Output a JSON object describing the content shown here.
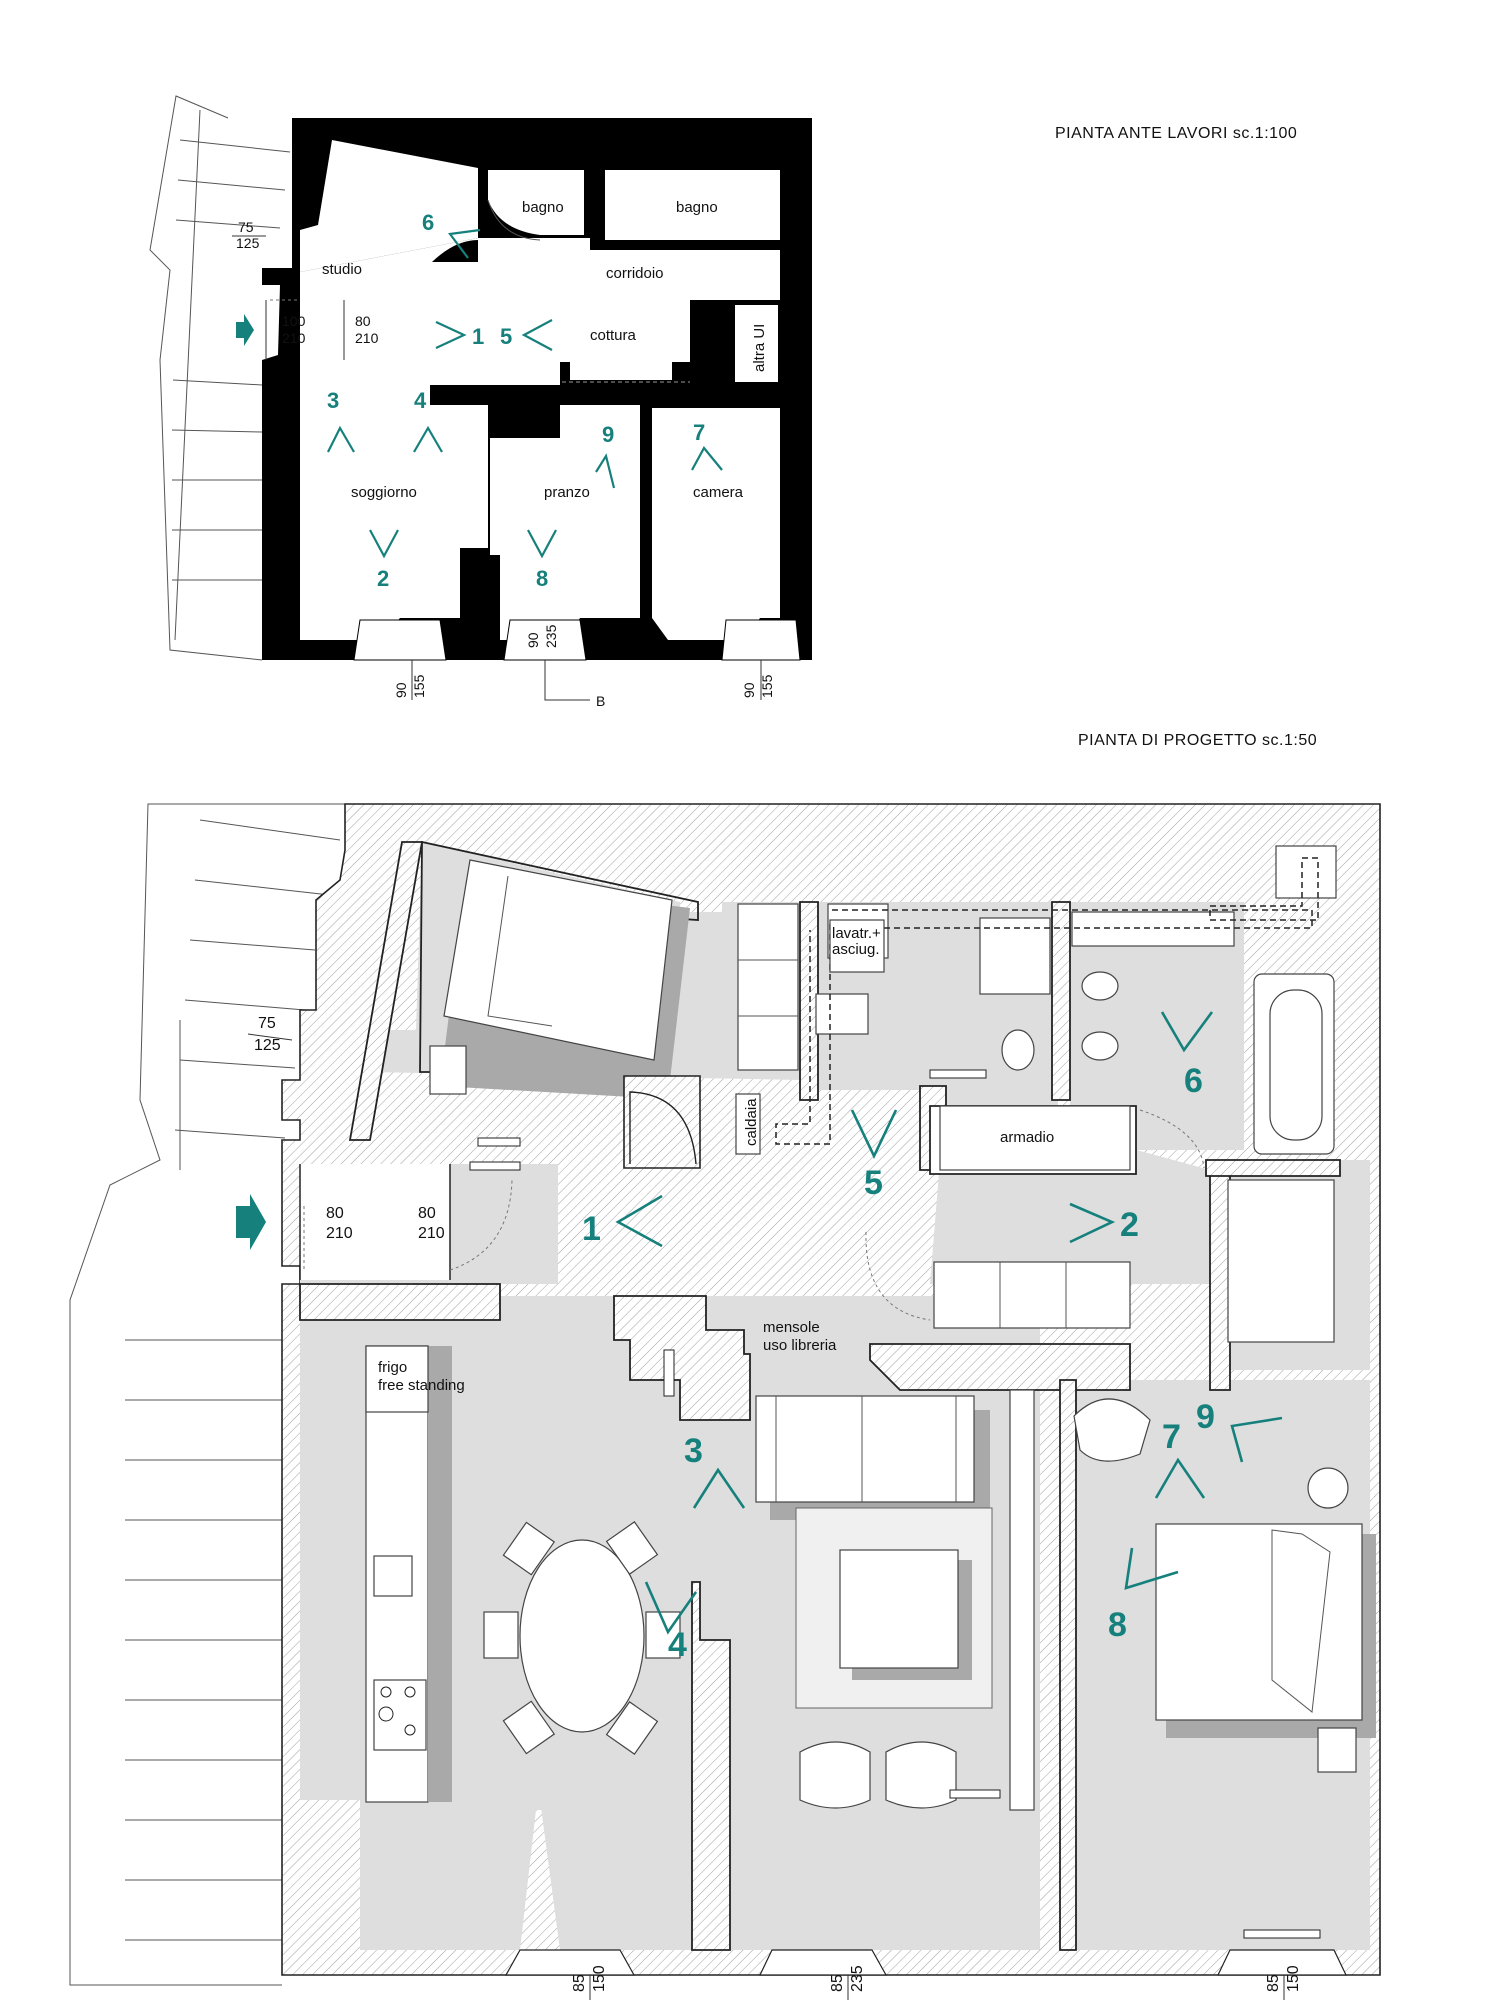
{
  "titles": {
    "existing": "PIANTA  ANTE LAVORI   sc.1:100",
    "project": "PIANTA DI PROGETTO    sc.1:50"
  },
  "existing_rooms": {
    "bagno1": "bagno",
    "bagno2": "bagno",
    "studio": "studio",
    "corridoio": "corridoio",
    "cottura": "cottura",
    "altra": "altra UI",
    "soggiorno": "soggiorno",
    "pranzo": "pranzo",
    "camera": "camera"
  },
  "existing_views": [
    "1",
    "2",
    "3",
    "4",
    "5",
    "6",
    "7",
    "8",
    "9"
  ],
  "existing_dims": {
    "win_top_a": "75",
    "win_top_b": "125",
    "door1_a": "100",
    "door1_b": "210",
    "door2_a": "80",
    "door2_b": "210",
    "w1_a": "90",
    "w1_b": "155",
    "w2_a": "90",
    "w2_b": "235",
    "w3_a": "90",
    "w3_b": "155",
    "section": "B"
  },
  "project_labels": {
    "lavatr": "lavatr.+",
    "asciug": "asciug.",
    "caldaia": "caldaia",
    "armadio": "armadio",
    "mensole1": "mensole",
    "mensole2": "uso libreria",
    "frigo1": "frigo",
    "frigo2": "free standing"
  },
  "project_views": [
    "1",
    "2",
    "3",
    "4",
    "5",
    "6",
    "7",
    "8",
    "9"
  ],
  "project_dims": {
    "win_a": "75",
    "win_b": "125",
    "door1_a": "80",
    "door1_b": "210",
    "door2_a": "80",
    "door2_b": "210",
    "w1_a": "85",
    "w1_b": "150",
    "w2_a": "85",
    "w2_b": "235",
    "w3_a": "85",
    "w3_b": "150"
  },
  "colors": {
    "accent": "#15807c",
    "wall": "#000000",
    "floor": "#dedede",
    "shadow": "#a9a9a9"
  }
}
